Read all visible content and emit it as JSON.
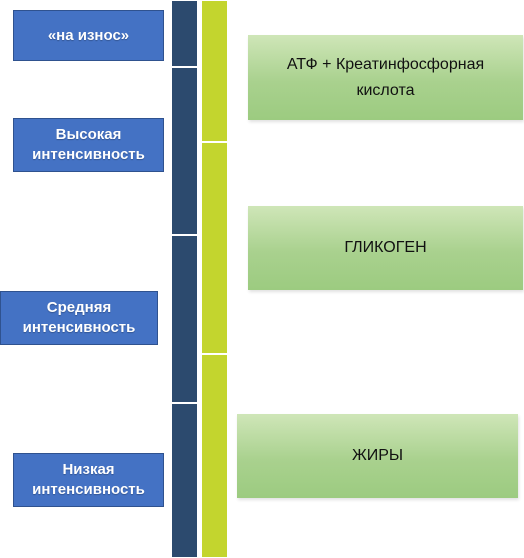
{
  "intensity_levels": [
    {
      "label": "«на износ»"
    },
    {
      "label": "Высокая\nинтенсивность"
    },
    {
      "label": "Средняя\nинтенсивность"
    },
    {
      "label": "Низкая\nинтенсивность"
    }
  ],
  "energy_sources": [
    {
      "label": "АТФ + Креатинфосфорная\nкислота"
    },
    {
      "label": "ГЛИКОГЕН"
    },
    {
      "label": "ЖИРЫ"
    }
  ],
  "colors": {
    "intensity_box": "#4472c4",
    "intensity_bar": "#2c4a6e",
    "source_bar": "#c3d52e",
    "source_box": "#a9d18e"
  }
}
